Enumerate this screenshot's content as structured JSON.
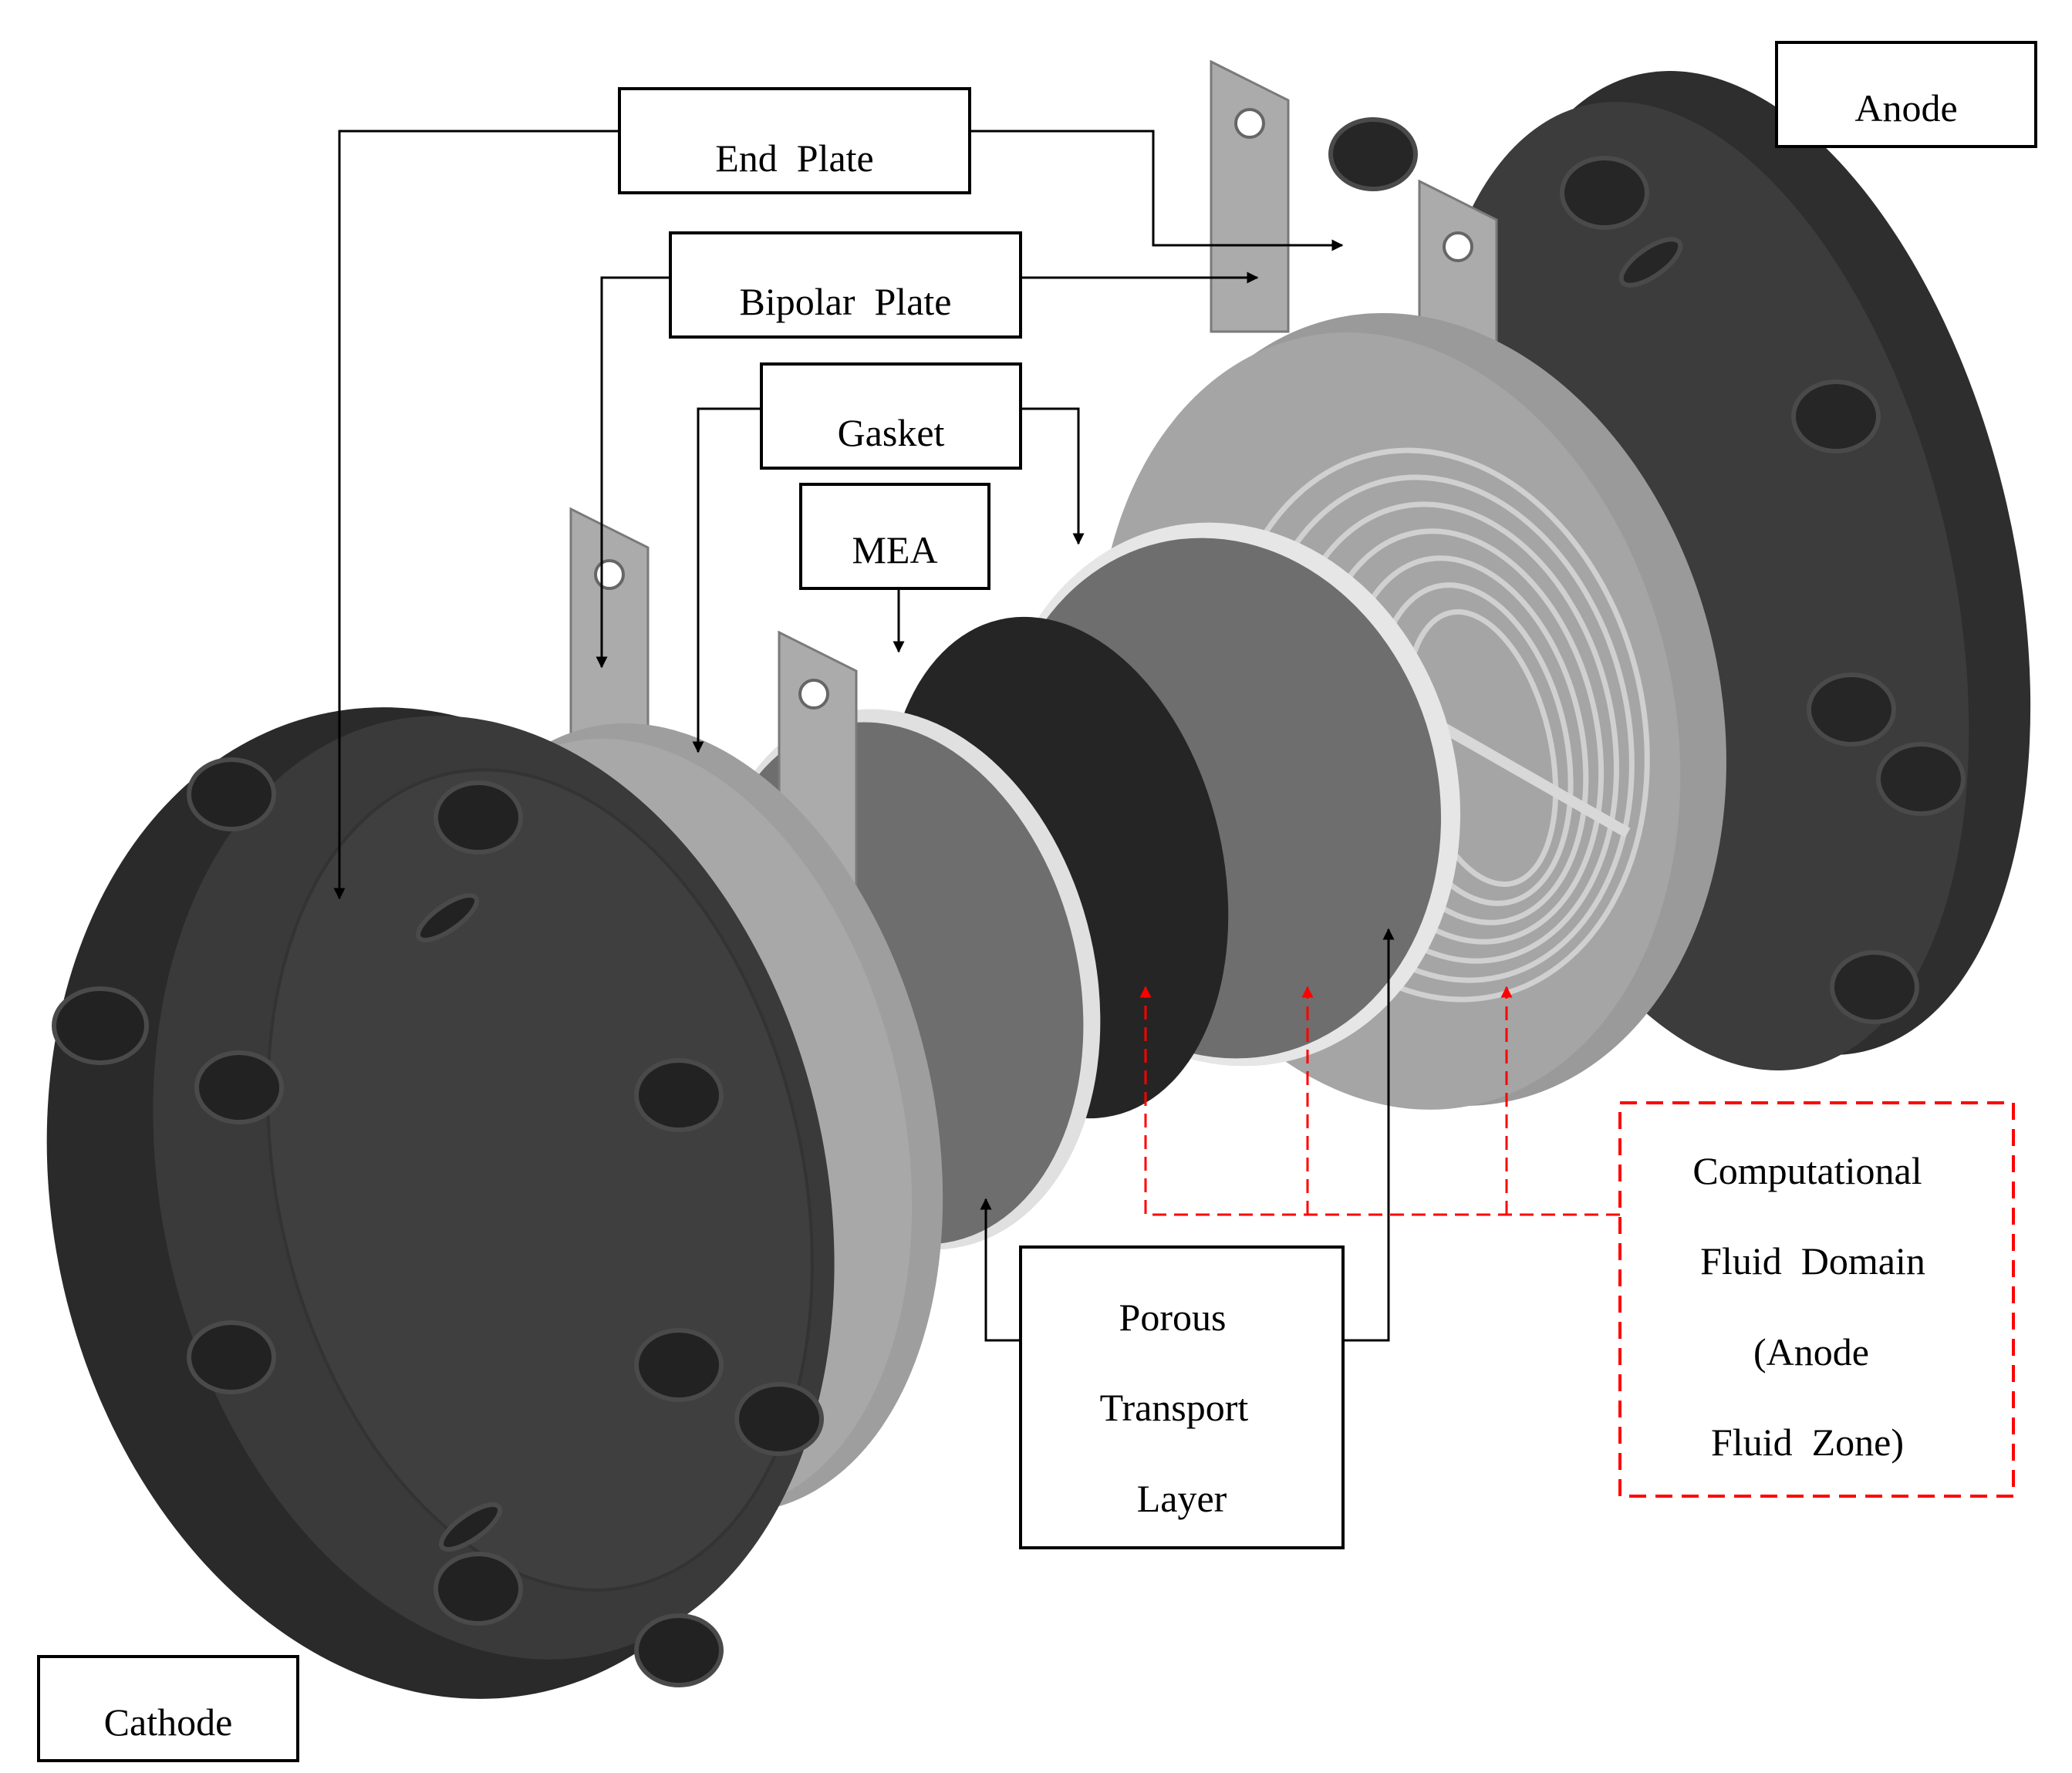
{
  "labels": {
    "anode": "Anode",
    "cathode": "Cathode",
    "end_plate": "End  Plate",
    "bipolar_plate": "Bipolar  Plate",
    "gasket": "Gasket",
    "mea": "MEA",
    "porous_transport_layer": [
      "Porous",
      "Transport",
      "Layer"
    ],
    "computational_fluid_domain": [
      "Computational",
      "Fluid  Domain",
      "(Anode",
      "Fluid  Zone)"
    ]
  },
  "colors": {
    "end_plate": "#3a3a3a",
    "bipolar_plate": "#a3a3a3",
    "tab": "#aaaaaa",
    "mea": "#252525",
    "ptl": "#6e6e6e",
    "arrow": "#000000",
    "fluid_domain": "#ff0000"
  }
}
